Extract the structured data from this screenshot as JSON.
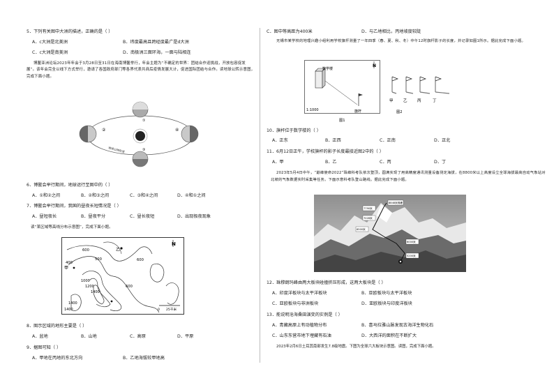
{
  "left": {
    "q5": {
      "stem": "5．下列有关图中大洲的描述，正确的是（   ）",
      "A": "A．c大洲是北美洲",
      "B": "B．纬度最高且跨经度最广是d大洲",
      "C": "C．c大洲是南美洲",
      "D": "D．南极洲三面环海，一面与陆相连"
    },
    "passage1": "博鳌亚洲论坛2023年年会于3月28日至31日在海南博鳌举行，年会主题为“不确定的世界：团结合作迎挑战，开放包容促发展”。该年会完全以线下方式举行，邀请了各国政府部门等各界代表共商后疫情发展大计，促进国际团结与合作。读地球公转示意图，完成下面小题。",
    "orbit": {
      "labels": [
        "①",
        "②",
        "③",
        "④"
      ],
      "orbit_text": "地球公转轨道"
    },
    "q6": {
      "stem": "6．博鳌会举行期间，地球运行至图中的（   ）",
      "A": "A．①和②之间",
      "B": "B．②和③之间",
      "C": "C．③和④之间",
      "D": "D．④和①之间"
    },
    "q7": {
      "stem": "7．博鳌会举行期间，我国的昼夜长短情况是（   ）",
      "A": "A．昼短夜长",
      "B": "B．昼夜平分",
      "C": "C．昼长夜短",
      "D": "D．出现极夜现象"
    },
    "passage2": "读“某区域等高线分布示意图”，完成下面小题。",
    "contour": {
      "labels": [
        "600",
        "500",
        "600",
        "400",
        "甲",
        "1000",
        "1200",
        "1400",
        "1400",
        "1400",
        "乙",
        "600",
        "N",
        "0",
        "25千米"
      ]
    },
    "q8": {
      "stem": "8．图示区域的地形主要是（   ）",
      "A": "A．盆地",
      "B": "B．山地",
      "C": "C．高原",
      "D": "D．平原"
    },
    "q9": {
      "stem": "9．据图可知（   ）",
      "A": "A．甲地在丙地的东北方向",
      "B": "B．乙地海拔较甲地高"
    }
  },
  "right": {
    "q9cont": {
      "C": "C．图中等高距为400米",
      "D": "D．与乙地相比，丙地坡度较陡"
    },
    "passage3": "无锡市某学校的地理兴趣小组利用学校旗杆测量了一年四季（春、夏、秋、冬）中午12时旗杆影子的长度，并记录如图1所示。据此完成下面小题。",
    "fig1": {
      "label_building": "数学楼",
      "scale": "1:1000",
      "label_pole": "旗杆",
      "north": "N",
      "caption": "图1"
    },
    "fig2": {
      "labels": [
        "甲",
        "乙",
        "丙",
        "丁"
      ],
      "caption": "图2"
    },
    "q10": {
      "stem": "10．旗杆位于数学楼的（   ）",
      "A": "A．正东",
      "B": "B．正西",
      "C": "C．正南",
      "D": "D．正北"
    },
    "q11": {
      "stem": "11．6月12日正午，学校旗杆的影子长度最接近图2中的（   ）",
      "A": "A．甲",
      "B": "B．乙",
      "C": "C．丙",
      "D": "D．丁"
    },
    "passage4": "2023年5月4日中午，“巅峰使命2022”珠峰科考队依次登顶，圆满实现了用高精度通讯测量设备测定海拔，在8800米以上高度设立全球海拔最高自动气象站对北坡的气象数据实时采集等任务。下面示意科考队登山路线。据此完成下面小题。",
    "photo": {
      "alt_labels": [
        "8848米珠峰",
        "7790米",
        "7028米",
        "6500米",
        "6000米",
        "5200米"
      ]
    },
    "q12": {
      "stem": "12．珠穆朗玛峰由两大板块碰撞挤压形成，这两大板块是（   ）",
      "A": "A．印度洋板块与太平洋板块",
      "B": "B．亚欧板块与太平洋板块",
      "C": "C．亚欧板块与非洲板块",
      "D": "D．亚欧板块与印度洋板块"
    },
    "q13": {
      "stem": "13．能说明沧海桑田演变的实例是（   ）",
      "A": "A．青藏高原上有动植物分布",
      "B": "B．喜马拉雅山脉发现古海洋生物化石",
      "C": "C．山东东营市地下埋藏有石油",
      "D": "D．大西洋的面积在不断扩大"
    },
    "passage5": "2023年2月6日土耳其南部发生7.8级地震。下图为全球六大板块示意图。读图，完成下面小题。"
  }
}
